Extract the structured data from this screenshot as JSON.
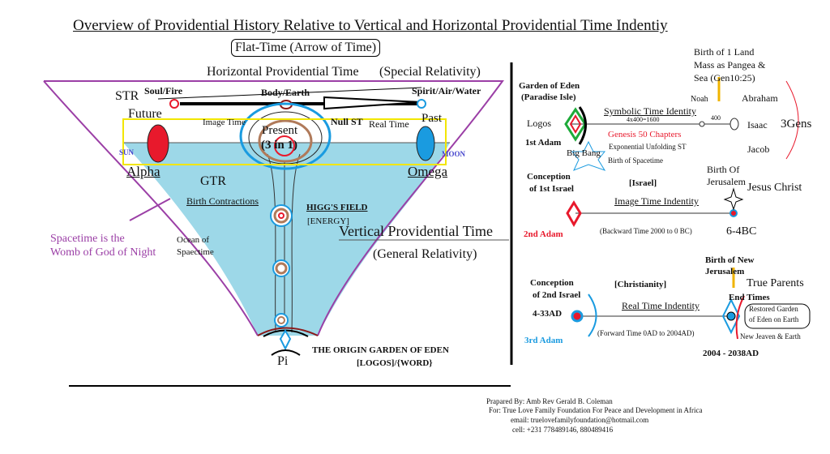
{
  "title": "Overview of Providential History Relative to Vertical and Horizontal Providential Time Indentiy",
  "left": {
    "flat_time": "Flat-Time (Arrow of Time)",
    "horizontal_time": "Horizontal Providential Time",
    "special_relativity": "(Special Relativity)",
    "str": "STR",
    "soul_fire": "Soul/Fire",
    "body_earth": "Body/Earth",
    "spirit_air_water": "Spirit/Air/Water",
    "future": "Future",
    "past": "Past",
    "image_time": "Image Time",
    "null_st": "Null ST",
    "real_time": "Real Time",
    "present": "Present",
    "three_in_one": "(3 in 1)",
    "sun": "SUN",
    "moon": "MOON",
    "alpha": "Alpha",
    "omega": "Omega",
    "gtr": "GTR",
    "birth_contractions": "Birth Contractions",
    "higgs_field": "HIGG'S FIELD",
    "energy": "[ENERGY]",
    "vertical_time": "Vertical Providential Time",
    "general_relativity": "(General Relativity)",
    "womb_line1": "Spacetime is the",
    "womb_line2": "Womb of God of Night",
    "ocean_line1": "Ocean of",
    "ocean_line2": "Spaectime",
    "pi": "Pi",
    "origin_line1": "THE ORIGIN GARDEN OF EDEN",
    "origin_line2": "[LOGOS]/{WORD}"
  },
  "right": {
    "pangea_line1": "Birth of 1 Land",
    "pangea_line2": "Mass as Pangea &",
    "pangea_line3": "Sea (Gen10:25)",
    "garden_line1": "Garden of Eden",
    "garden_line2": "(Paradise Isle)",
    "noah": "Noah",
    "abraham": "Abraham",
    "isaac": "Isaac",
    "jacob": "Jacob",
    "three_gens": "3Gens",
    "logos": "Logos",
    "symbolic_time": "Symbolic Time Identity",
    "calc": "4x400=1600",
    "four_hundred": "400",
    "genesis": "Genesis 50 Chapters",
    "first_adam": "1st Adam",
    "big_bang": "Big Bang",
    "exponential": "Exponential Unfolding ST",
    "birth_spacetime": "Birth of Spacetime",
    "conception1_line1": "Conception",
    "conception1_line2": "of 1st Israel",
    "israel": "[Israel]",
    "birth_jerusalem_line1": "Birth Of",
    "birth_jerusalem_line2": "Jerusalem",
    "jesus": "Jesus Christ",
    "image_time_identity": "Image Time Indentity",
    "second_adam": "2nd Adam",
    "backward_time": "(Backward Time 2000 to 0 BC)",
    "bc": "6-4BC",
    "birth_new_line1": "Birth of New",
    "birth_new_line2": "Jerusalem",
    "true_parents": "True Parents",
    "conception2_line1": "Conception",
    "conception2_line2": "of 2nd Israel",
    "christianity": "[Christianity]",
    "end_times": "End Times",
    "ad": "4-33AD",
    "real_time_identity": "Real Time Indentity",
    "restored_line1": "Restored Garden",
    "restored_line2": "of Eden on Earth",
    "third_adam": "3rd Adam",
    "forward_time": "(Forward Time 0AD to 2004AD)",
    "new_heaven": "New Jeaven & Earth",
    "years": "2004 - 2038AD"
  },
  "footer": {
    "prepared": "Prapared By: Amb Rev Gerald B. Coleman",
    "for": "For:  True Love Family Foundation For Peace and Development in Africa",
    "email": "email:  truelovefamilyfoundation@hotmail.com",
    "cell": "cell:   +231 778489146, 880489416"
  },
  "colors": {
    "purple": "#9b3fa6",
    "blue_fill": "#9dd8e8",
    "red": "#e8192c",
    "blue": "#1a9be0",
    "yellow": "#f2e600",
    "brown": "#b07a5a"
  }
}
